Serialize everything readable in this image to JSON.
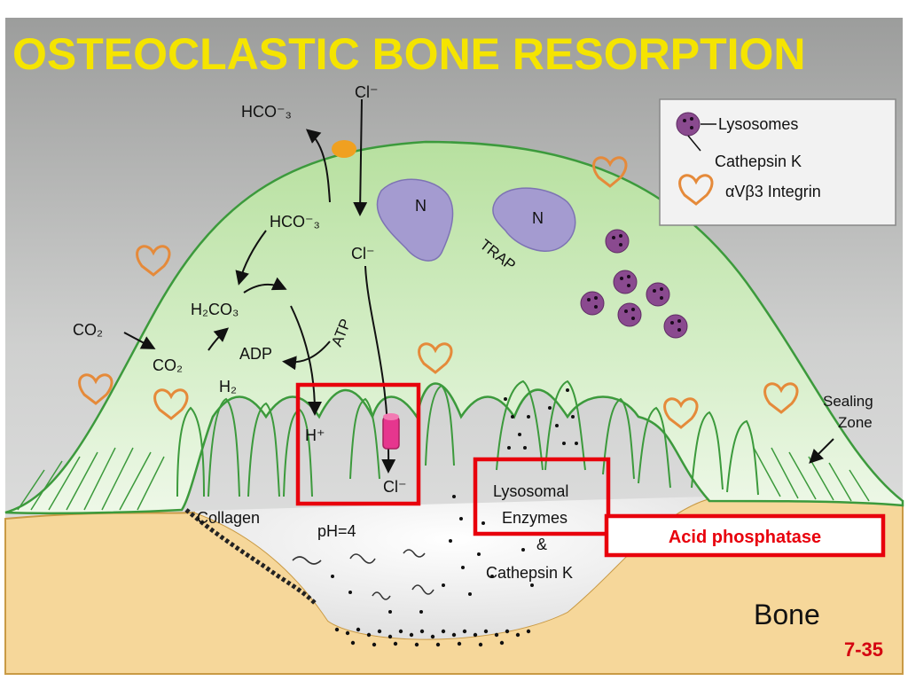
{
  "title": "OSTEOCLASTIC BONE RESORPTION",
  "labels": {
    "hco3_out": "HCO⁻₃",
    "hco3_in": "HCO⁻₃",
    "cl_top": "Cl⁻",
    "cl_mid": "Cl⁻",
    "cl_bottom": "Cl⁻",
    "co2_outer": "CO₂",
    "co2_inner": "CO₂",
    "h2co3": "H₂CO₃",
    "h2": "H₂",
    "adp": "ADP",
    "atp": "ATP",
    "hplus": "H⁺",
    "nucleus_1": "N",
    "nucleus_2": "N",
    "trap": "TRAP",
    "collagen": "Collagen",
    "ph": "pH=4",
    "lysosomal_1": "Lysosomal",
    "lysosomal_2": "Enzymes",
    "lysosomal_3": "&",
    "lysosomal_4": "Cathepsin K",
    "sealing_1": "Sealing",
    "sealing_2": "Zone",
    "bone": "Bone",
    "slide_number": "7-35"
  },
  "legend": {
    "lysosomes": "Lysosomes",
    "cathepsin": "Cathepsin K",
    "integrin": "αVβ3 Integrin"
  },
  "callout": {
    "acid_phosphatase": "Acid phosphatase"
  },
  "colors": {
    "title": "#f5e400",
    "background": "#a9aaa9",
    "cell_fill": "#c6e9b4",
    "cell_border": "#3c9a3c",
    "bone": "#f7d89a",
    "nucleus": "#a49bd0",
    "lysosome": "#8a4a8f",
    "integrin": "#e58a3a",
    "highlight": "#e8000c",
    "pump": "#e6368e",
    "channel": "#f0a020"
  }
}
